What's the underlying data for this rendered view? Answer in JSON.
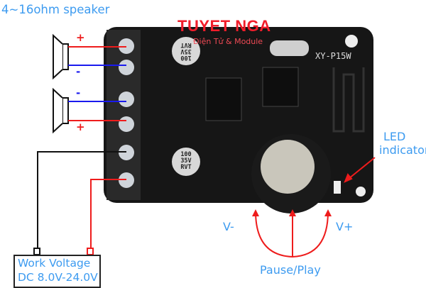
{
  "title": "4~16ohm speaker",
  "logo": {
    "name": "TUYET NGA",
    "tagline": "Điện Tử & Module"
  },
  "board": {
    "model": "XY-P15W",
    "capacitor_marking": "100 35V RVT"
  },
  "speaker_polarity": {
    "top_speaker": [
      "+",
      "-"
    ],
    "bottom_speaker": [
      "-",
      "+"
    ]
  },
  "power": {
    "line1": "Work Voltage",
    "line2": "DC 8.0V-24.0V"
  },
  "led": {
    "line1": "LED",
    "line2": "indicator"
  },
  "knob": {
    "left": "V-",
    "right": "V+",
    "press": "Pause/Play"
  },
  "colors": {
    "label_text": "#3d9bf0",
    "positive_wire": "#ee1c1c",
    "negative_wire": "#1a1aee",
    "board": "#161616"
  }
}
